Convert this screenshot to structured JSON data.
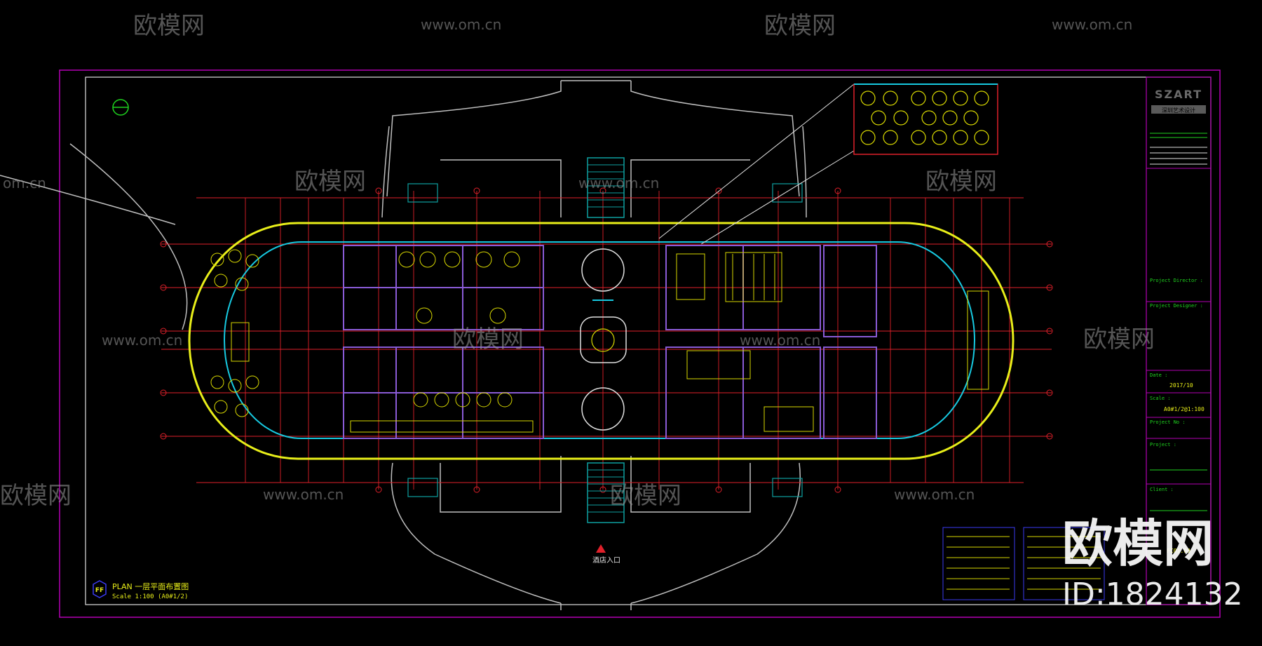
{
  "watermark": {
    "site_name": "欧模网",
    "site_url": "www.om.cn",
    "site_url_partial": "om.cn",
    "id_label": "ID:1824132"
  },
  "drawing": {
    "plan_badge": "FF",
    "plan_title": "PLAN  一层平面布置图",
    "plan_scale": "Scale 1:100 (A0#1/2)",
    "entrance_label": "酒店入口",
    "colors": {
      "background": "#000000",
      "frame": "#b400b4",
      "axis": "#e0202a",
      "outline": "#e8ee19",
      "glazing": "#17c9e0",
      "partition": "#8a5bd6",
      "furniture": "#d9d900",
      "stair": "#0e9f9f",
      "road": "#bfbfbf"
    }
  },
  "title_block": {
    "logo": "SZART",
    "company": "深圳艺术设计",
    "project_director_label": "Project Director :",
    "project_designer_label": "Project Designer :",
    "date_label": "Date :",
    "date_value": "2017/10",
    "scale_label": "Scale :",
    "scale_value": "A0#1/2@1:100",
    "project_no_label": "Project No :",
    "project_label": "Project :",
    "client_label": "Client :",
    "sheet_no": "FC01.00"
  }
}
